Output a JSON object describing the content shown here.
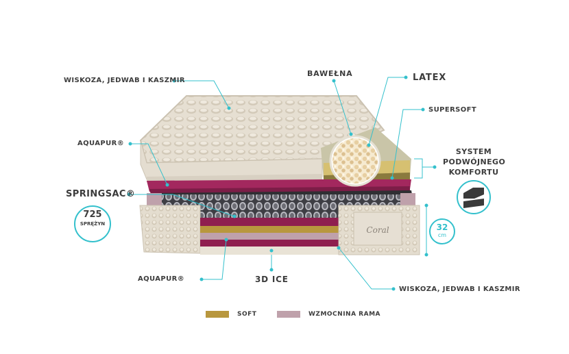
{
  "labels": {
    "top_left_cover": "WISKOZA, JEDWAB I KASZMIR",
    "cotton": "BAWEŁNA",
    "latex": "LATEX",
    "supersoft": "SUPERSOFT",
    "aquapur_top": "AQUAPUR®",
    "comfort_system": [
      "SYSTEM",
      "PODWÓJNEGO",
      "KOMFORTU"
    ],
    "springsac": "SPRINGSAC®",
    "aquapur_bottom": "AQUAPUR®",
    "ice": "3D ICE",
    "bottom_right_cover": "WISKOZA, JEDWAB I KASZMIR",
    "brand": "Coral"
  },
  "springs_badge": {
    "count": "725",
    "unit": "SPRĘŻYN"
  },
  "height_badge": {
    "value": "32",
    "unit": "cm"
  },
  "legend": [
    {
      "label": "SOFT",
      "color": "#b8973e"
    },
    {
      "label": "WZMOCNINA RAMA",
      "color": "#bfa1ab"
    }
  ],
  "colors": {
    "accent": "#33c0cc",
    "aquapur": "#a3285e",
    "fabric": "#e9e3d7"
  }
}
